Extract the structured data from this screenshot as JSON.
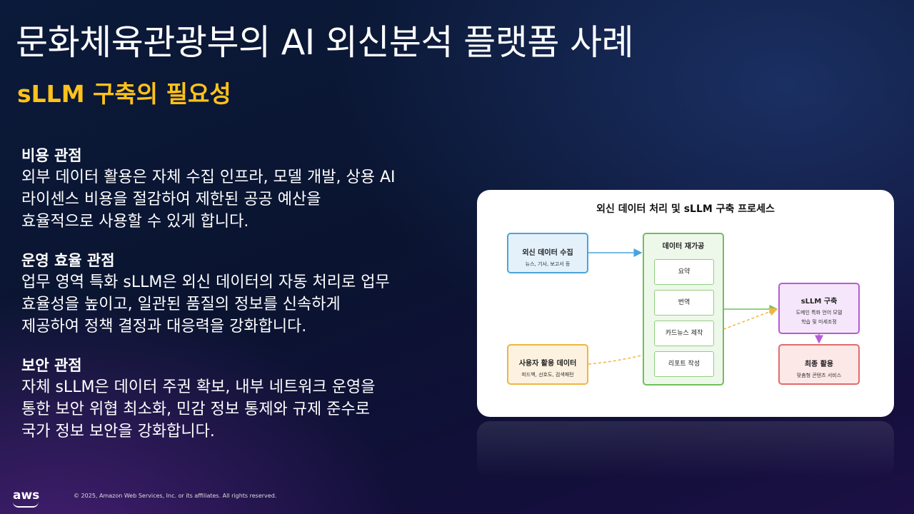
{
  "slide": {
    "title": "문화체육관광부의 AI 외신분석 플랫폼 사례",
    "subtitle": "sLLM 구축의 필요성"
  },
  "sections": [
    {
      "heading": "비용 관점",
      "lines": [
        "외부 데이터 활용은 자체 수집 인프라, 모델 개발, 상용 AI",
        "라이센스 비용을 절감하여 제한된 공공 예산을",
        "효율적으로 사용할 수 있게 합니다."
      ]
    },
    {
      "heading": "운영 효율 관점",
      "lines": [
        "업무 영역 특화 sLLM은 외신 데이터의 자동 처리로 업무",
        "효율성을 높이고, 일관된 품질의 정보를 신속하게",
        "제공하여 정책 결정과 대응력을 강화합니다."
      ]
    },
    {
      "heading": "보안 관점",
      "lines": [
        "자체 sLLM은 데이터 주권 확보, 내부 네트워크 운영을",
        "통한 보안 위협 최소화, 민감 정보 통제와 규제 준수로",
        "국가 정보 보안을 강화합니다."
      ]
    }
  ],
  "diagram": {
    "title": "외신 데이터 처리 및 sLLM 구축 프로세스",
    "collect": {
      "title": "외신 데이터 수집",
      "sub": "뉴스, 기사, 보고서 등",
      "color": "#4aa3dc"
    },
    "process": {
      "title": "데이터 재가공",
      "items": [
        "요약",
        "번역",
        "카드뉴스 제작",
        "리포트 작성"
      ],
      "color": "#6ec05c"
    },
    "user": {
      "title": "사용자 활용 데이터",
      "sub": "피드백, 선호도, 검색패턴",
      "color": "#f0b640"
    },
    "sllm": {
      "title": "sLLM 구축",
      "sub1": "도메인 특화 언어 모델",
      "sub2": "학습 및 미세조정",
      "color": "#b65bd6"
    },
    "final": {
      "title": "최종 활용",
      "sub": "맞춤형 콘텐츠 서비스",
      "color": "#e46a6a"
    }
  },
  "footer": {
    "logo": "aws",
    "copyright": "© 2025, Amazon Web Services, Inc. or its affiliates. All rights reserved."
  }
}
